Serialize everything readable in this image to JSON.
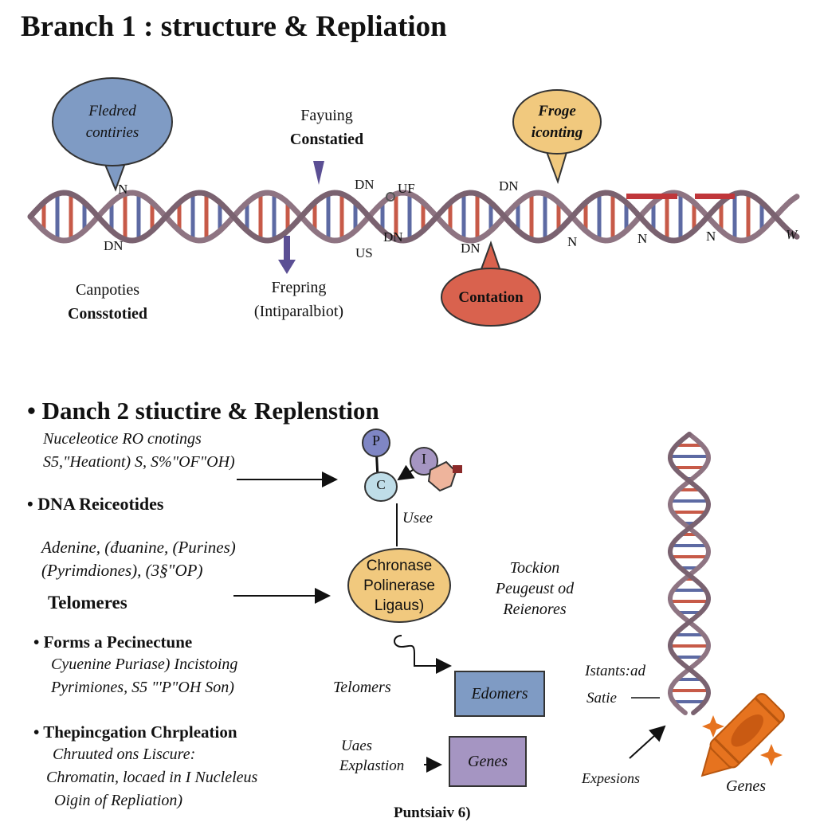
{
  "branch1": {
    "title": "Branch  1 : structure & Repliation",
    "callouts": {
      "blue": [
        "Fledred",
        "contiries"
      ],
      "top_center": [
        "Fayuing",
        "Constatied"
      ],
      "yellow": [
        "Froge",
        "iconting"
      ],
      "red": "Contation"
    },
    "bottom_labels": {
      "left": [
        "Canpoties",
        "Consstotied"
      ],
      "middle": [
        "Frepring",
        "(Intiparalbiot)"
      ]
    },
    "helix_tags": [
      "N",
      "DN",
      "DN",
      "US",
      "UF",
      "DN",
      "DN",
      "DN",
      "N",
      "N",
      "N",
      "W"
    ]
  },
  "branch2": {
    "title": "Danch  2 stiuctire & Replenstion",
    "intro": [
      "Nuceleotice RO cnotings",
      "S5,\"Heationt) S, S%\"OF\"OH)"
    ],
    "bullet1": "DNA Reiceotides",
    "bases": [
      "Adenine,  (đuanine, (Purines)",
      "(Pyrimdiones), (3§\"OP)"
    ],
    "telomeres_heading": "Telomeres",
    "bullet2": {
      "heading": "Forms a Pecinectune",
      "lines": [
        "Cyuenine Puriase) Incistoing",
        "Pyrimiones, S5 \"'P\"OH Son)"
      ]
    },
    "bullet3": {
      "heading": "Thepincgation Chrpleation",
      "lines": [
        "Chruuted ons Liscure:",
        "Chromatin, locaed  in I Nucleleus",
        "Oigin  of Repliation)"
      ]
    },
    "molecule": {
      "p": "P",
      "c": "C",
      "i": "I"
    },
    "use_label": "Usee",
    "center_oval": [
      "Chronase",
      "Polinerase",
      "Ligaus)"
    ],
    "right_text": [
      "Tockion",
      "Peugeust od",
      "Reienores"
    ],
    "telomers_label": "Telomers",
    "edomers_box": "Edomers",
    "uaes_label": [
      "Uaes",
      "Explastion"
    ],
    "genes_box": "Genes",
    "istantsad": "Istants:ad",
    "satie": "Satie",
    "expesions": "Expesions",
    "genes_label": "Genes",
    "bottom_cut": "Puntsiaiv 6)"
  },
  "colors": {
    "strand": "#8e7482",
    "rung_red": "#c75a48",
    "rung_blue": "#5d6aa3",
    "blue_bubble": "#7f9bc4",
    "yellow_bubble": "#f1c97e",
    "red_bubble": "#d9624e",
    "oval_fill": "#f1c97e",
    "edomers_fill": "#7f9bc4",
    "genes_fill": "#a595c2",
    "crayon": "#e6731f"
  }
}
